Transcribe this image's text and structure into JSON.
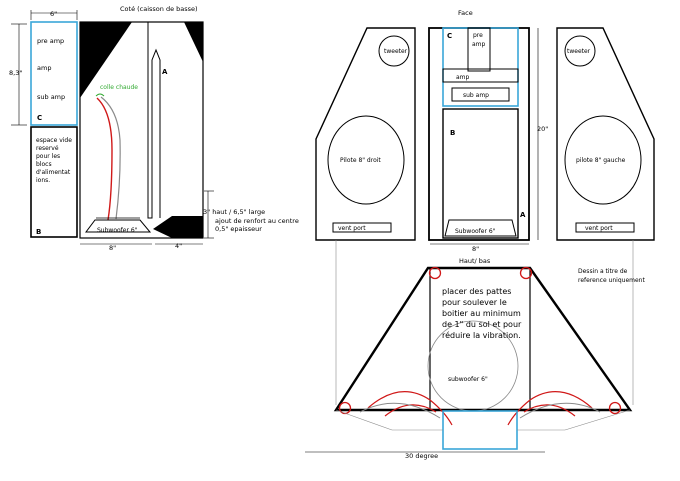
{
  "side_view": {
    "title": "Coté (caisson de basse)",
    "dim_width_top": "6\"",
    "dim_height": "8,3\"",
    "compartments": [
      "pre amp",
      "amp",
      "sub amp"
    ],
    "label_c": "C",
    "space_note": "espace vide reservé pour les blocs d'alimentat ions.",
    "label_b": "B",
    "label_a": "A",
    "hot_glue": "colle chaude",
    "subwoofer": "Subwoofer 6\"",
    "dim_8": "8\"",
    "dim_4": "4\"",
    "brace_note_1": "3\" haut / 6,5\" large",
    "brace_note_2": "ajout de renfort au centre",
    "brace_note_3": "0,5\" epaisseur"
  },
  "front_view": {
    "title": "Face",
    "left_tweeter": "tweeter",
    "left_driver": "Pilote 8\" droit",
    "left_port": "vent port",
    "right_tweeter": "tweeter",
    "right_driver": "pilote 8\" gauche",
    "right_port": "vent port",
    "center_label_c": "C",
    "center_pre_amp": "pre amp",
    "center_amp": "amp",
    "center_sub_amp": "sub amp",
    "center_label_b": "B",
    "center_label_a": "A",
    "center_subwoofer": "Subwoofer 6\"",
    "dim_20": "20\"",
    "dim_8": "8\""
  },
  "top_view": {
    "title": "Haut/ bas",
    "feet_note": "placer des pattes pour soulever le boitier au minimum de 1\" du sol et pour réduire la vibration.",
    "subwoofer": "subwoofer 6\"",
    "angle": "30 degree",
    "reference_note": "Dessin a titre de reference uniquement"
  },
  "colors": {
    "line": "#000000",
    "cyan": "#3aa7d9",
    "red": "#d01818",
    "green": "#33aa33",
    "grey": "#8a8a8a"
  }
}
